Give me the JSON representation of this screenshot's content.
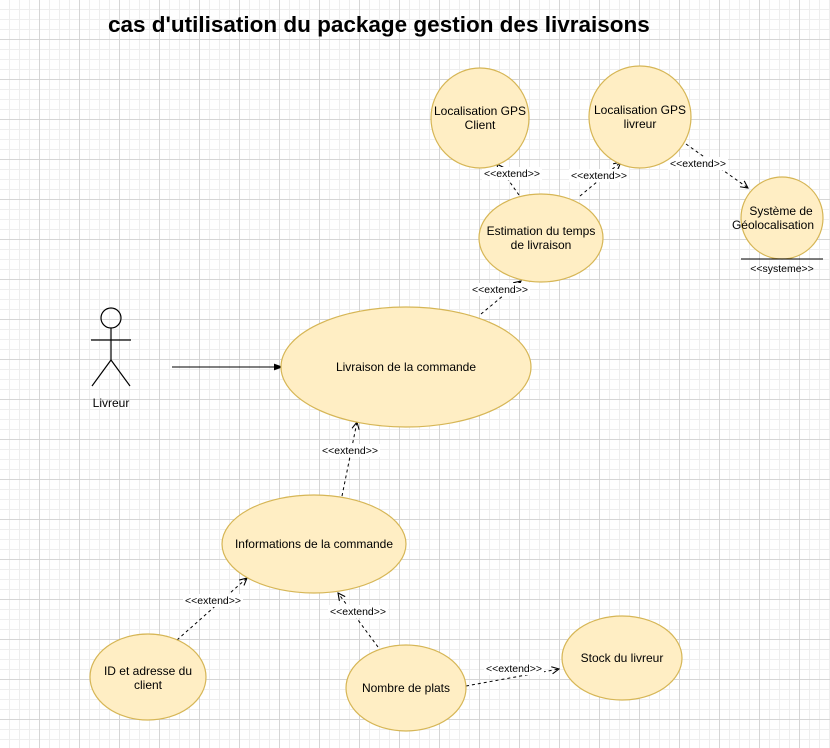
{
  "title": "cas d'utilisation du package gestion des livraisons",
  "colors": {
    "use_case_fill": "#ffeec4",
    "use_case_stroke": "#d6b656",
    "line": "#000000"
  },
  "actor": {
    "label": "Livreur"
  },
  "use_cases": {
    "livraison": {
      "lines": [
        "Livraison de la commande"
      ]
    },
    "informations": {
      "lines": [
        "Informations de la commande"
      ]
    },
    "id_adresse": {
      "lines": [
        "ID et adresse du",
        "client"
      ]
    },
    "nombre_plats": {
      "lines": [
        "Nombre de plats"
      ]
    },
    "stock": {
      "lines": [
        "Stock du livreur"
      ]
    },
    "estimation": {
      "lines": [
        "Estimation du temps",
        "de livraison"
      ]
    },
    "gps_client": {
      "lines": [
        "Localisation GPS",
        "Client"
      ]
    },
    "gps_livreur": {
      "lines": [
        "Localisation GPS",
        "livreur"
      ]
    },
    "geoloc": {
      "lines": [
        "Système de",
        "Géolocalisation"
      ],
      "stereotype": "<<systeme>>"
    }
  },
  "relations": {
    "informations_livraison": {
      "label": "<<extend>>",
      "from": "informations",
      "to": "livraison"
    },
    "id_informations": {
      "label": "<<extend>>",
      "from": "id_adresse",
      "to": "informations"
    },
    "plats_informations": {
      "label": "<<extend>>",
      "from": "nombre_plats",
      "to": "informations"
    },
    "plats_stock": {
      "label": "<<extend>>",
      "from": "nombre_plats",
      "to": "stock"
    },
    "livraison_estimation": {
      "label": "<<extend>>",
      "from": "livraison",
      "to": "estimation"
    },
    "estimation_gps_client": {
      "label": "<<extend>>",
      "from": "estimation",
      "to": "gps_client"
    },
    "estimation_gps_livreur": {
      "label": "<<extend>>",
      "from": "estimation",
      "to": "gps_livreur"
    },
    "gps_livreur_geoloc": {
      "label": "<<extend>>",
      "from": "gps_livreur",
      "to": "geoloc"
    }
  }
}
